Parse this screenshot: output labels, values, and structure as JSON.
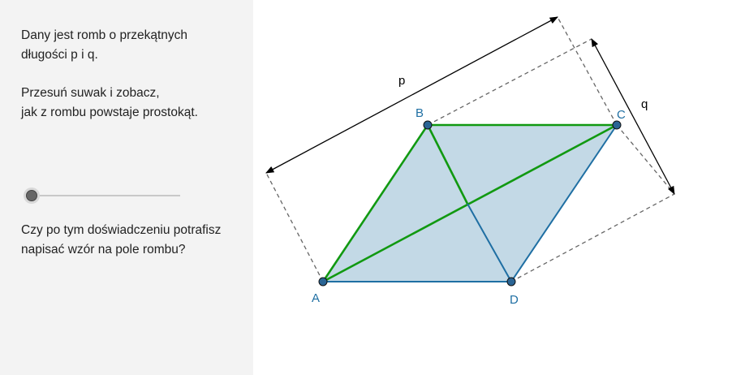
{
  "intro": {
    "line1": "Dany jest romb o przekątnych",
    "line2": "długości p i q."
  },
  "instruction": {
    "line1": "Przesuń suwak i zobacz,",
    "line2": "jak z rombu powstaje prostokąt."
  },
  "question": {
    "line1": "Czy po tym doświadczeniu potrafisz",
    "line2": "napisać wzór na pole rombu?"
  },
  "slider": {
    "value": 0
  },
  "labels": {
    "A": "A",
    "B": "B",
    "C": "C",
    "D": "D",
    "p": "p",
    "q": "q"
  },
  "colors": {
    "panel_bg": "#f3f3f3",
    "rhombus_fill": "#c3d9e6",
    "green": "#119911",
    "blue": "#1f6fa3",
    "label_blue": "#1f6fa3",
    "point_fill": "#2a6494",
    "dashed": "#666666"
  }
}
